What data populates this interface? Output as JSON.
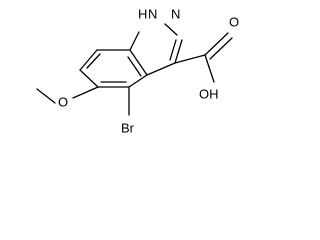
{
  "molecule": {
    "labels": {
      "nh": "H",
      "nh_n": "N",
      "n": "N",
      "o_carbonyl": "O",
      "oh": "OH",
      "br": "Br",
      "o_methoxy": "O"
    },
    "colors": {
      "bond": "#000000",
      "text": "#000000",
      "background": "#ffffff"
    }
  }
}
